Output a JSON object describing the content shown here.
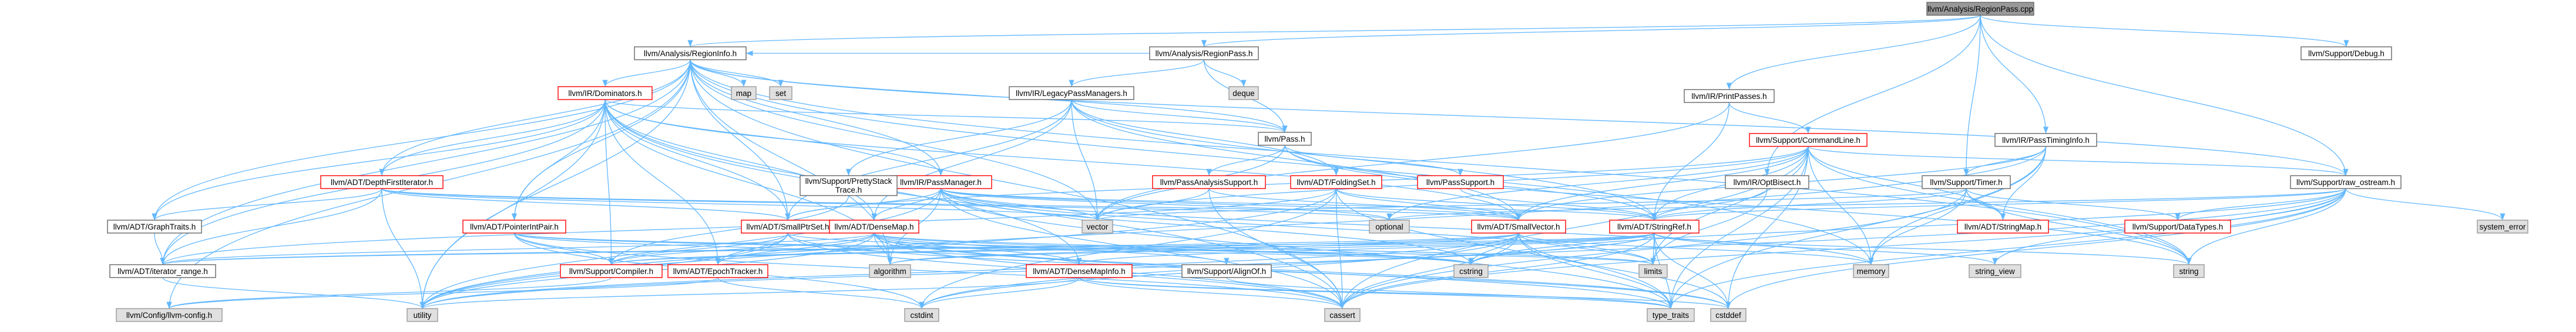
{
  "graph": {
    "nodes": [
      {
        "id": "root",
        "label": "llvm/Analysis/RegionPass.cpp",
        "style": "root"
      },
      {
        "id": "regioninfo",
        "label": "llvm/Analysis/RegionInfo.h",
        "style": "normal"
      },
      {
        "id": "regionpass",
        "label": "llvm/Analysis/RegionPass.h",
        "style": "normal"
      },
      {
        "id": "printpasses",
        "label": "llvm/IR/PrintPasses.h",
        "style": "normal"
      },
      {
        "id": "passtiminginfo",
        "label": "llvm/IR/PassTimingInfo.h",
        "style": "normal"
      },
      {
        "id": "debug",
        "label": "llvm/Support/Debug.h",
        "style": "normal"
      },
      {
        "id": "map",
        "label": "map",
        "style": "std"
      },
      {
        "id": "set",
        "label": "set",
        "style": "std"
      },
      {
        "id": "dominators",
        "label": "llvm/IR/Dominators.h",
        "style": "red"
      },
      {
        "id": "legacypm",
        "label": "llvm/IR/LegacyPassManagers.h",
        "style": "normal"
      },
      {
        "id": "deque",
        "label": "deque",
        "style": "std"
      },
      {
        "id": "pass",
        "label": "llvm/Pass.h",
        "style": "normal"
      },
      {
        "id": "commandline",
        "label": "llvm/Support/CommandLine.h",
        "style": "red"
      },
      {
        "id": "passanalysissupport",
        "label": "llvm/PassAnalysisSupport.h",
        "style": "red"
      },
      {
        "id": "passsupport",
        "label": "llvm/PassSupport.h",
        "style": "red"
      },
      {
        "id": "foldingset",
        "label": "llvm/ADT/FoldingSet.h",
        "style": "red"
      },
      {
        "id": "passmanager",
        "label": "llvm/IR/PassManager.h",
        "style": "red"
      },
      {
        "id": "prettystack",
        "label": "llvm/Support/PrettyStack\nTrace.h",
        "style": "normal"
      },
      {
        "id": "depthfirst",
        "label": "llvm/ADT/DepthFirstIterator.h",
        "style": "red"
      },
      {
        "id": "optbisect",
        "label": "llvm/IR/OptBisect.h",
        "style": "normal"
      },
      {
        "id": "timer",
        "label": "llvm/Support/Timer.h",
        "style": "normal"
      },
      {
        "id": "rawostream",
        "label": "llvm/Support/raw_ostream.h",
        "style": "normal"
      },
      {
        "id": "graphtraits",
        "label": "llvm/ADT/GraphTraits.h",
        "style": "normal"
      },
      {
        "id": "pointerintpair",
        "label": "llvm/ADT/PointerIntPair.h",
        "style": "red"
      },
      {
        "id": "smallptrset",
        "label": "llvm/ADT/SmallPtrSet.h",
        "style": "red"
      },
      {
        "id": "densemap",
        "label": "llvm/ADT/DenseMap.h",
        "style": "red"
      },
      {
        "id": "vector",
        "label": "vector",
        "style": "std"
      },
      {
        "id": "optional",
        "label": "optional",
        "style": "std"
      },
      {
        "id": "smallvector",
        "label": "llvm/ADT/SmallVector.h",
        "style": "red"
      },
      {
        "id": "stringref",
        "label": "llvm/ADT/StringRef.h",
        "style": "red"
      },
      {
        "id": "stringmap",
        "label": "llvm/ADT/StringMap.h",
        "style": "red"
      },
      {
        "id": "datatypes",
        "label": "llvm/Support/DataTypes.h",
        "style": "red"
      },
      {
        "id": "systemerror",
        "label": "system_error",
        "style": "std"
      },
      {
        "id": "iteratorrange",
        "label": "llvm/ADT/iterator_range.h",
        "style": "normal"
      },
      {
        "id": "compiler",
        "label": "llvm/Support/Compiler.h",
        "style": "red"
      },
      {
        "id": "epochtracker",
        "label": "llvm/ADT/EpochTracker.h",
        "style": "red"
      },
      {
        "id": "algorithm",
        "label": "algorithm",
        "style": "std"
      },
      {
        "id": "densemapinfo",
        "label": "llvm/ADT/DenseMapInfo.h",
        "style": "red"
      },
      {
        "id": "alignof",
        "label": "llvm/Support/AlignOf.h",
        "style": "normal"
      },
      {
        "id": "cstring",
        "label": "cstring",
        "style": "std"
      },
      {
        "id": "limits",
        "label": "limits",
        "style": "std"
      },
      {
        "id": "memory",
        "label": "memory",
        "style": "std"
      },
      {
        "id": "stringview",
        "label": "string_view",
        "style": "std"
      },
      {
        "id": "string",
        "label": "string",
        "style": "std"
      },
      {
        "id": "llvmconfig",
        "label": "llvm/Config/llvm-config.h",
        "style": "std"
      },
      {
        "id": "utility",
        "label": "utility",
        "style": "std"
      },
      {
        "id": "cstdint",
        "label": "cstdint",
        "style": "std"
      },
      {
        "id": "cassert",
        "label": "cassert",
        "style": "std"
      },
      {
        "id": "typetraits",
        "label": "type_traits",
        "style": "std"
      },
      {
        "id": "cstddef",
        "label": "cstddef",
        "style": "std"
      }
    ],
    "edges": [
      [
        "root",
        "regioninfo"
      ],
      [
        "root",
        "regionpass"
      ],
      [
        "root",
        "printpasses"
      ],
      [
        "root",
        "passtiminginfo"
      ],
      [
        "root",
        "debug"
      ],
      [
        "root",
        "timer"
      ],
      [
        "root",
        "rawostream"
      ],
      [
        "root",
        "optbisect"
      ],
      [
        "regionpass",
        "regioninfo"
      ],
      [
        "regionpass",
        "legacypm"
      ],
      [
        "regionpass",
        "pass"
      ],
      [
        "regionpass",
        "deque"
      ],
      [
        "regioninfo",
        "map"
      ],
      [
        "regioninfo",
        "set"
      ],
      [
        "regioninfo",
        "dominators"
      ],
      [
        "regioninfo",
        "pass"
      ],
      [
        "regioninfo",
        "depthfirst"
      ],
      [
        "regioninfo",
        "graphtraits"
      ],
      [
        "regioninfo",
        "iteratorrange"
      ],
      [
        "regioninfo",
        "passmanager"
      ],
      [
        "regioninfo",
        "pointerintpair"
      ],
      [
        "regioninfo",
        "smallptrset"
      ],
      [
        "regioninfo",
        "rawostream"
      ],
      [
        "regioninfo",
        "llvmconfig"
      ],
      [
        "regioninfo",
        "memory"
      ],
      [
        "regioninfo",
        "string"
      ],
      [
        "regioninfo",
        "utility"
      ],
      [
        "regioninfo",
        "vector"
      ],
      [
        "regioninfo",
        "cassert"
      ],
      [
        "regioninfo",
        "algorithm"
      ],
      [
        "dominators",
        "densemap"
      ],
      [
        "dominators",
        "depthfirst"
      ],
      [
        "dominators",
        "graphtraits"
      ],
      [
        "dominators",
        "pointerintpair"
      ],
      [
        "dominators",
        "smallptrset"
      ],
      [
        "dominators",
        "smallvector"
      ],
      [
        "dominators",
        "iteratorrange"
      ],
      [
        "dominators",
        "pass"
      ],
      [
        "dominators",
        "passmanager"
      ],
      [
        "dominators",
        "compiler"
      ],
      [
        "dominators",
        "utility"
      ],
      [
        "dominators",
        "cassert"
      ],
      [
        "dominators",
        "algorithm"
      ],
      [
        "dominators",
        "densemapinfo"
      ],
      [
        "dominators",
        "epochtracker"
      ],
      [
        "legacypm",
        "densemap"
      ],
      [
        "legacypm",
        "foldingset"
      ],
      [
        "legacypm",
        "smallvector"
      ],
      [
        "legacypm",
        "pass"
      ],
      [
        "legacypm",
        "prettystack"
      ],
      [
        "legacypm",
        "vector"
      ],
      [
        "legacypm",
        "smallptrset"
      ],
      [
        "legacypm",
        "stringref"
      ],
      [
        "pass",
        "passanalysissupport"
      ],
      [
        "pass",
        "passsupport"
      ],
      [
        "pass",
        "string"
      ],
      [
        "pass",
        "stringref"
      ],
      [
        "pass",
        "vector"
      ],
      [
        "printpasses",
        "commandline"
      ],
      [
        "printpasses",
        "stringref"
      ],
      [
        "printpasses",
        "vector"
      ],
      [
        "commandline",
        "smallptrset"
      ],
      [
        "commandline",
        "smallvector"
      ],
      [
        "commandline",
        "stringmap"
      ],
      [
        "commandline",
        "stringref"
      ],
      [
        "commandline",
        "rawostream"
      ],
      [
        "commandline",
        "cassert"
      ],
      [
        "commandline",
        "climits"
      ],
      [
        "commandline",
        "cstddef"
      ],
      [
        "commandline",
        "limits"
      ],
      [
        "commandline",
        "string"
      ],
      [
        "commandline",
        "typetraits"
      ],
      [
        "commandline",
        "vector"
      ],
      [
        "commandline",
        "memory"
      ],
      [
        "commandline",
        "optional"
      ],
      [
        "passanalysissupport",
        "smallvector"
      ],
      [
        "passanalysissupport",
        "cassert"
      ],
      [
        "passanalysissupport",
        "vector"
      ],
      [
        "passsupport",
        "stringref"
      ],
      [
        "foldingset",
        "smallvector"
      ],
      [
        "foldingset",
        "stringref"
      ],
      [
        "foldingset",
        "iteratorrange"
      ],
      [
        "foldingset",
        "cassert"
      ],
      [
        "foldingset",
        "cstdint"
      ],
      [
        "foldingset",
        "typetraits"
      ],
      [
        "foldingset",
        "utility"
      ],
      [
        "passmanager",
        "densemap"
      ],
      [
        "passmanager",
        "smallptrset"
      ],
      [
        "passmanager",
        "smallvector"
      ],
      [
        "passmanager",
        "stringref"
      ],
      [
        "passmanager",
        "algorithm"
      ],
      [
        "passmanager",
        "cassert"
      ],
      [
        "passmanager",
        "cstring"
      ],
      [
        "passmanager",
        "memory"
      ],
      [
        "passmanager",
        "optional"
      ],
      [
        "passmanager",
        "typetraits"
      ],
      [
        "passmanager",
        "utility"
      ],
      [
        "passmanager",
        "vector"
      ],
      [
        "passmanager",
        "limits"
      ],
      [
        "prettystack",
        "compiler"
      ],
      [
        "depthfirst",
        "graphtraits"
      ],
      [
        "depthfirst",
        "iteratorrange"
      ],
      [
        "depthfirst",
        "smallptrset"
      ],
      [
        "depthfirst",
        "smallvector"
      ],
      [
        "depthfirst",
        "utility"
      ],
      [
        "depthfirst",
        "vector"
      ],
      [
        "depthfirst",
        "optional"
      ],
      [
        "optbisect",
        "stringref"
      ],
      [
        "optbisect",
        "limits"
      ],
      [
        "passtiminginfo",
        "stringmap"
      ],
      [
        "passtiminginfo",
        "timer"
      ],
      [
        "passtiminginfo",
        "typetraits"
      ],
      [
        "passtiminginfo",
        "memory"
      ],
      [
        "passtiminginfo",
        "utility"
      ],
      [
        "passtiminginfo",
        "smallvector"
      ],
      [
        "timer",
        "stringmap"
      ],
      [
        "timer",
        "stringref"
      ],
      [
        "timer",
        "datatypes"
      ],
      [
        "timer",
        "cassert"
      ],
      [
        "timer",
        "memory"
      ],
      [
        "timer",
        "string"
      ],
      [
        "timer",
        "vector"
      ],
      [
        "rawostream",
        "stringref"
      ],
      [
        "rawostream",
        "datatypes"
      ],
      [
        "rawostream",
        "cassert"
      ],
      [
        "rawostream",
        "cstddef"
      ],
      [
        "rawostream",
        "cstdint"
      ],
      [
        "rawostream",
        "cstring"
      ],
      [
        "rawostream",
        "string"
      ],
      [
        "rawostream",
        "stringview"
      ],
      [
        "rawostream",
        "systemerror"
      ],
      [
        "rawostream",
        "typetraits"
      ],
      [
        "rawostream",
        "optional"
      ],
      [
        "graphtraits",
        "iteratorrange"
      ],
      [
        "pointerintpair",
        "densemapinfo"
      ],
      [
        "pointerintpair",
        "compiler"
      ],
      [
        "pointerintpair",
        "cassert"
      ],
      [
        "pointerintpair",
        "cstdint"
      ],
      [
        "pointerintpair",
        "cstring"
      ],
      [
        "pointerintpair",
        "limits"
      ],
      [
        "smallptrset",
        "epochtracker"
      ],
      [
        "smallptrset",
        "compiler"
      ],
      [
        "smallptrset",
        "cassert"
      ],
      [
        "smallptrset",
        "cstddef"
      ],
      [
        "smallptrset",
        "cstring"
      ],
      [
        "smallptrset",
        "iterator"
      ],
      [
        "smallptrset",
        "utility"
      ],
      [
        "densemap",
        "densemapinfo"
      ],
      [
        "densemap",
        "epochtracker"
      ],
      [
        "densemap",
        "alignof"
      ],
      [
        "densemap",
        "compiler"
      ],
      [
        "densemap",
        "algorithm"
      ],
      [
        "densemap",
        "cassert"
      ],
      [
        "densemap",
        "cstddef"
      ],
      [
        "densemap",
        "cstring"
      ],
      [
        "densemap",
        "typetraits"
      ],
      [
        "densemap",
        "utility"
      ],
      [
        "densemap",
        "limits"
      ],
      [
        "densemap",
        "iteratorrange"
      ],
      [
        "smallvector",
        "compiler"
      ],
      [
        "smallvector",
        "algorithm"
      ],
      [
        "smallvector",
        "cassert"
      ],
      [
        "smallvector",
        "cstddef"
      ],
      [
        "smallvector",
        "cstdint"
      ],
      [
        "smallvector",
        "cstring"
      ],
      [
        "smallvector",
        "limits"
      ],
      [
        "smallvector",
        "memory"
      ],
      [
        "smallvector",
        "typetraits"
      ],
      [
        "smallvector",
        "utility"
      ],
      [
        "smallvector",
        "iteratorrange"
      ],
      [
        "stringref",
        "densemapinfo"
      ],
      [
        "stringref",
        "iteratorrange"
      ],
      [
        "stringref",
        "compiler"
      ],
      [
        "stringref",
        "algorithm"
      ],
      [
        "stringref",
        "cassert"
      ],
      [
        "stringref",
        "cstddef"
      ],
      [
        "stringref",
        "cstring"
      ],
      [
        "stringref",
        "limits"
      ],
      [
        "stringref",
        "string"
      ],
      [
        "stringref",
        "stringview"
      ],
      [
        "stringref",
        "typetraits"
      ],
      [
        "stringref",
        "utility"
      ],
      [
        "iteratorrange",
        "utility"
      ],
      [
        "compiler",
        "llvmconfig"
      ],
      [
        "epochtracker",
        "llvmconfig"
      ],
      [
        "epochtracker",
        "cstdint"
      ],
      [
        "densemapinfo",
        "cassert"
      ],
      [
        "densemapinfo",
        "cstddef"
      ],
      [
        "densemapinfo",
        "cstdint"
      ],
      [
        "densemapinfo",
        "typetraits"
      ],
      [
        "densemapinfo",
        "utility"
      ],
      [
        "alignof",
        "typetraits"
      ]
    ]
  },
  "colors": {
    "edge": "#63b8ff",
    "root_fill": "#999999",
    "normal_fill": "#ffffff",
    "normal_stroke": "#666666",
    "red_stroke": "#ff0000",
    "std_fill": "#e0e0e0",
    "std_stroke": "#999999"
  }
}
